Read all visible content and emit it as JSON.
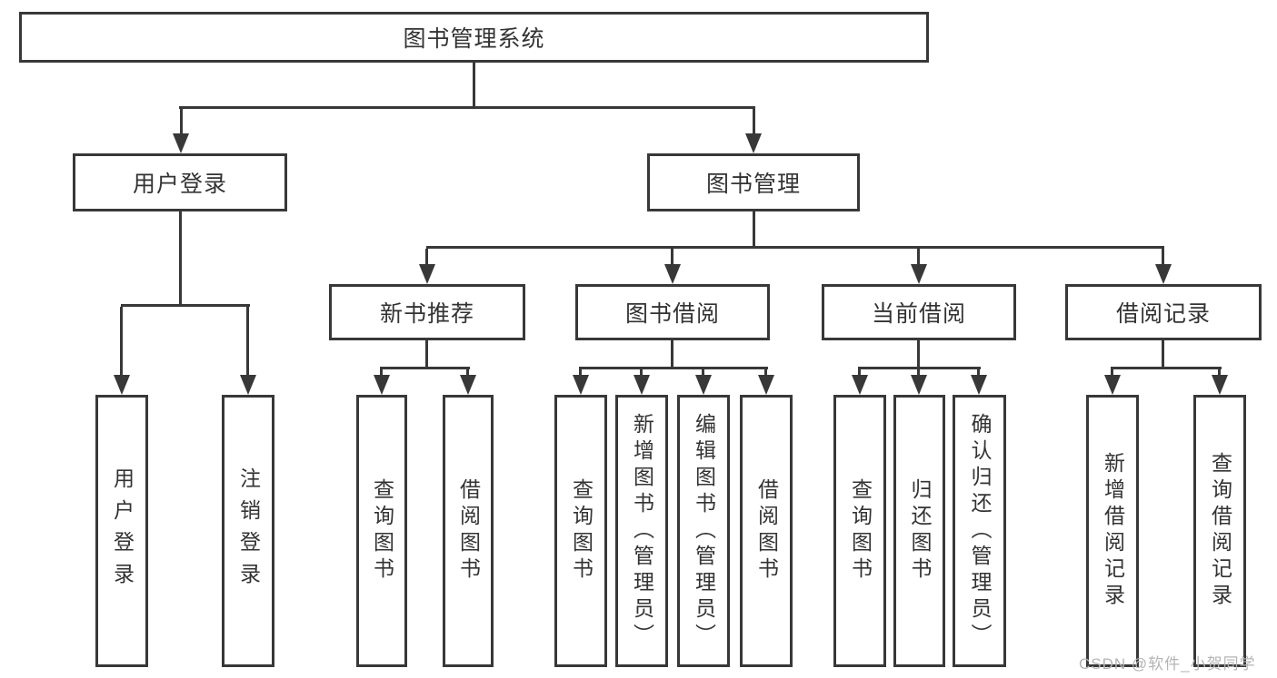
{
  "title": {
    "label": "图书管理系统"
  },
  "branches": {
    "user": {
      "label": "用户登录",
      "children": [
        "用户登录",
        "注销登录"
      ]
    },
    "mgmt": {
      "label": "图书管理"
    }
  },
  "modules": [
    {
      "label": "新书推荐",
      "children": [
        "查询图书",
        "借阅图书"
      ]
    },
    {
      "label": "图书借阅",
      "children": [
        "查询图书",
        "新增图书（管理员）",
        "编辑图书（管理员）",
        "借阅图书"
      ]
    },
    {
      "label": "当前借阅",
      "children": [
        "查询图书",
        "归还图书",
        "确认归还（管理员）"
      ]
    },
    {
      "label": "借阅记录",
      "children": [
        "新增借阅记录",
        "查询借阅记录"
      ]
    }
  ],
  "watermark": "CSDN @软件_小贺同学",
  "colors": {
    "line": "#383838",
    "text": "#333333",
    "watermark": "#b4b4b4",
    "background": "#ffffff"
  }
}
